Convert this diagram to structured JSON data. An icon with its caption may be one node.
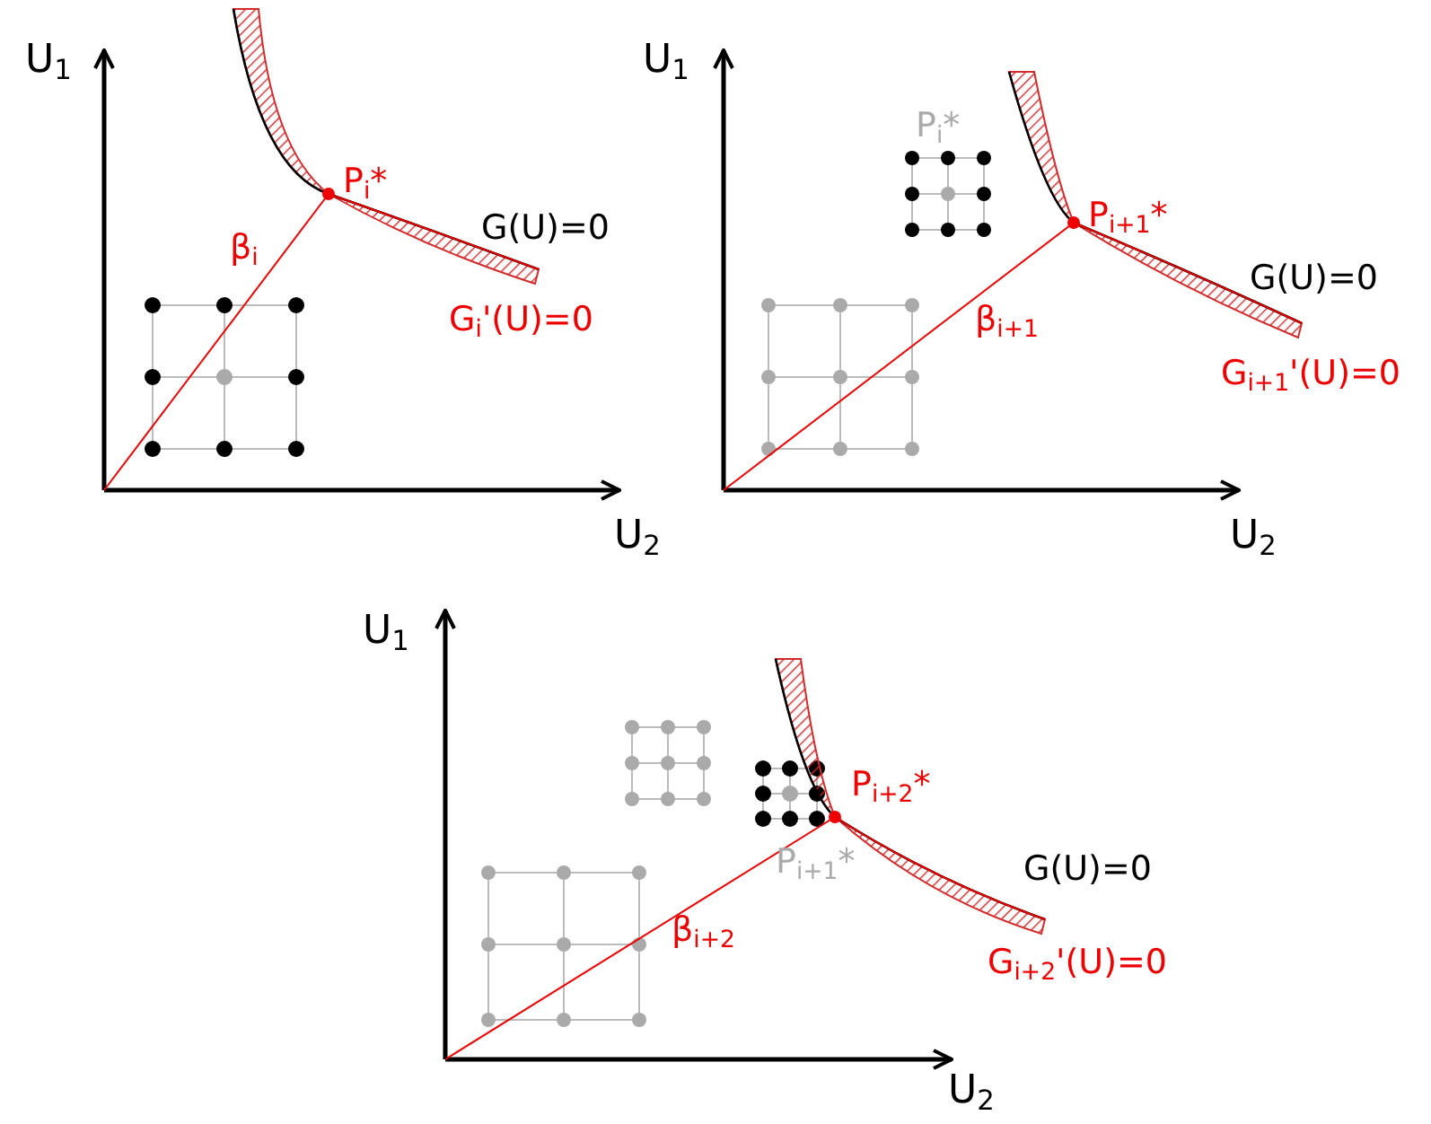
{
  "diagram": {
    "labels": [
      "U$_{1}$",
      "P$_{i}$*",
      "β$_{i}$",
      "G(U)=0",
      "G$_{i}$'(U)=0",
      "U$_{2}$",
      "U$_{1}$",
      "P$_{i}$*",
      "P$_{i+1}$*",
      "G(U)=0",
      "β$_{i+1}$",
      "G$_{i+1}$'(U)=0",
      "U$_{2}$",
      "U$_{1}$",
      "P$_{i+2}$*",
      "G(U)=0",
      "P$_{i+1}$*",
      "β$_{i+2}$",
      "G$_{i+2}$'(U)=0",
      "U$_{2}$"
    ]
  }
}
